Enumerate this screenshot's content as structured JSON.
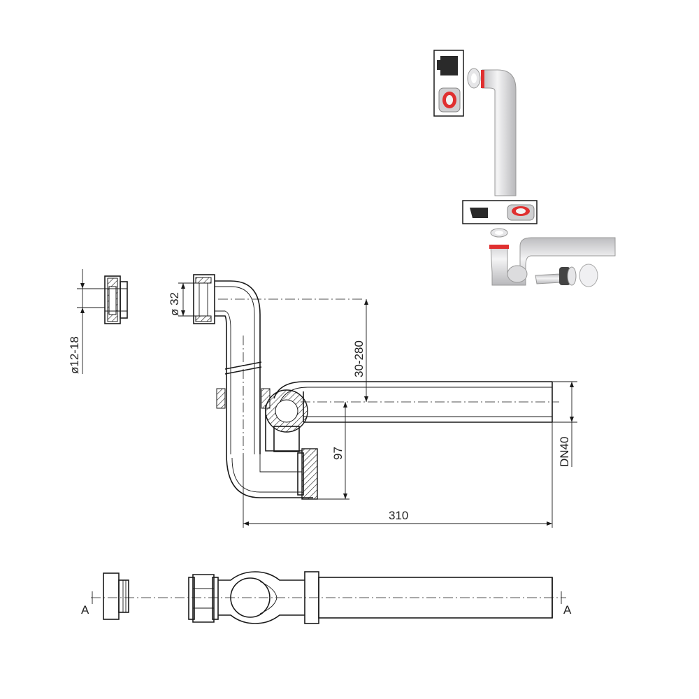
{
  "dimensions": {
    "d_small": "ø12-18",
    "d_inlet": "ø 32",
    "height_range": "30-280",
    "height_trap": "97",
    "outlet": "DN40",
    "length": "310"
  },
  "section": {
    "left": "A",
    "right": "A"
  },
  "colors": {
    "pipe": "#d8d8da",
    "seal_red": "#e03030",
    "gasket_black": "#2a2a2a"
  }
}
